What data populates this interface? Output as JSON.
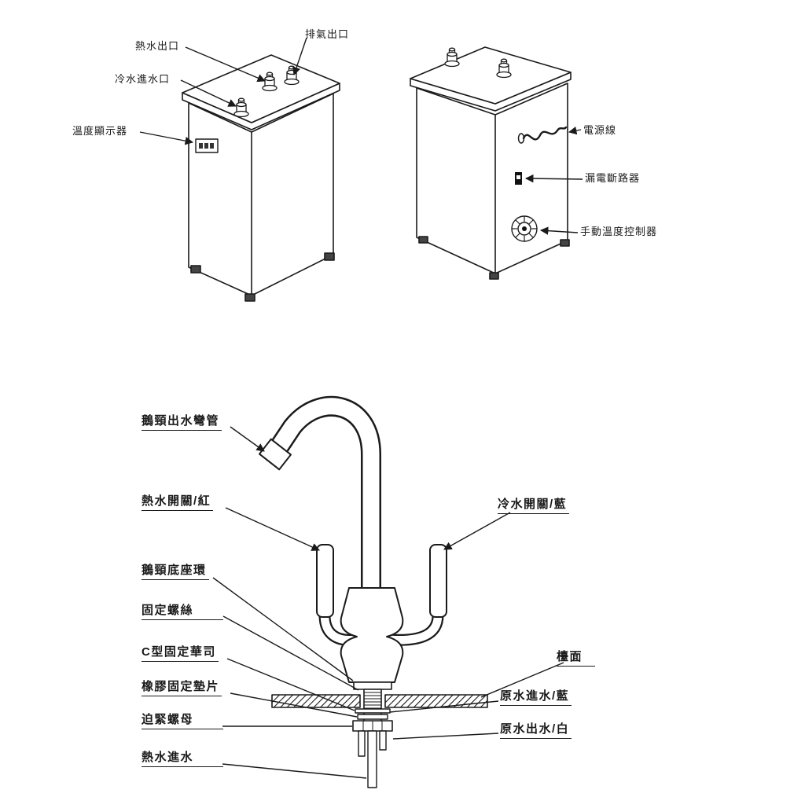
{
  "page": {
    "background": "#ffffff",
    "line_color": "#1a1a1a"
  },
  "heater_front_view": {
    "labels": {
      "hot_water_outlet": "熱水出口",
      "exhaust_outlet": "排氣出口",
      "cold_water_inlet": "冷水進水口",
      "temperature_display": "溫度顯示器"
    }
  },
  "heater_side_view": {
    "labels": {
      "power_cord": "電源線",
      "leakage_breaker": "漏電斷路器",
      "manual_temp_controller": "手動溫度控制器"
    }
  },
  "faucet_diagram": {
    "labels": {
      "gooseneck_spout": "鵝頸出水彎管",
      "hot_switch_red": "熱水開關/紅",
      "cold_switch_blue": "冷水開關/藍",
      "gooseneck_base_ring": "鵝頸底座環",
      "fixing_screw": "固定螺絲",
      "c_washer": "C型固定華司",
      "rubber_gasket": "橡膠固定墊片",
      "tightening_nut": "迫緊螺母",
      "hot_water_inlet": "熱水進水",
      "countertop": "檯面",
      "raw_water_in_blue": "原水進水/藍",
      "raw_water_out_white": "原水出水/白"
    }
  }
}
